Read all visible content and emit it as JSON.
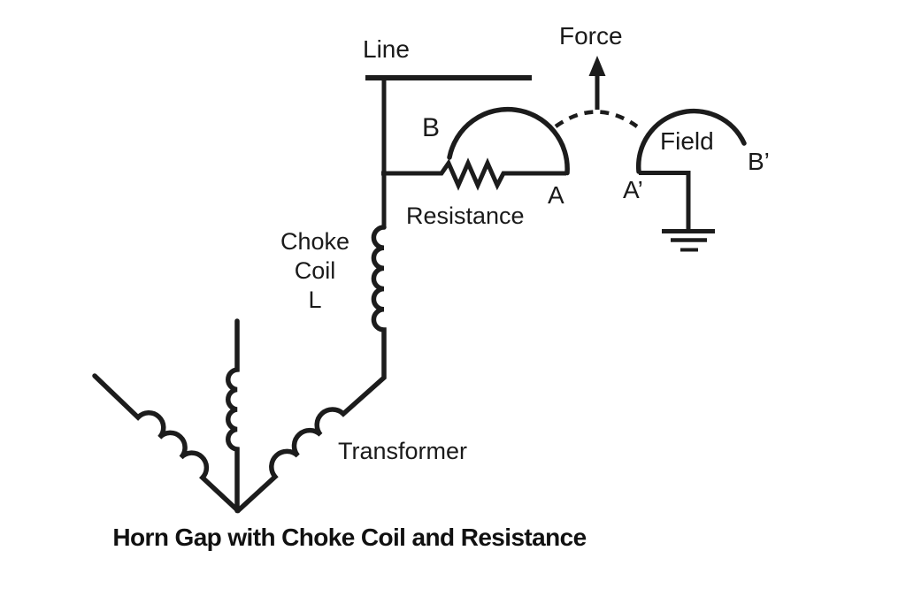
{
  "figure": {
    "caption": "Horn Gap with Choke Coil and Resistance",
    "labels": {
      "line": "Line",
      "force": "Force",
      "horn_left_top": "B",
      "horn_left_bottom": "A",
      "horn_right_bottom": "A’",
      "horn_right_top": "B’",
      "field": "Field",
      "resistance": "Resistance",
      "choke_coil": [
        "Choke",
        "Coil",
        "L"
      ],
      "transformer": "Transformer"
    },
    "colors": {
      "ink": "#1c1c1c",
      "background": "#ffffff"
    }
  }
}
